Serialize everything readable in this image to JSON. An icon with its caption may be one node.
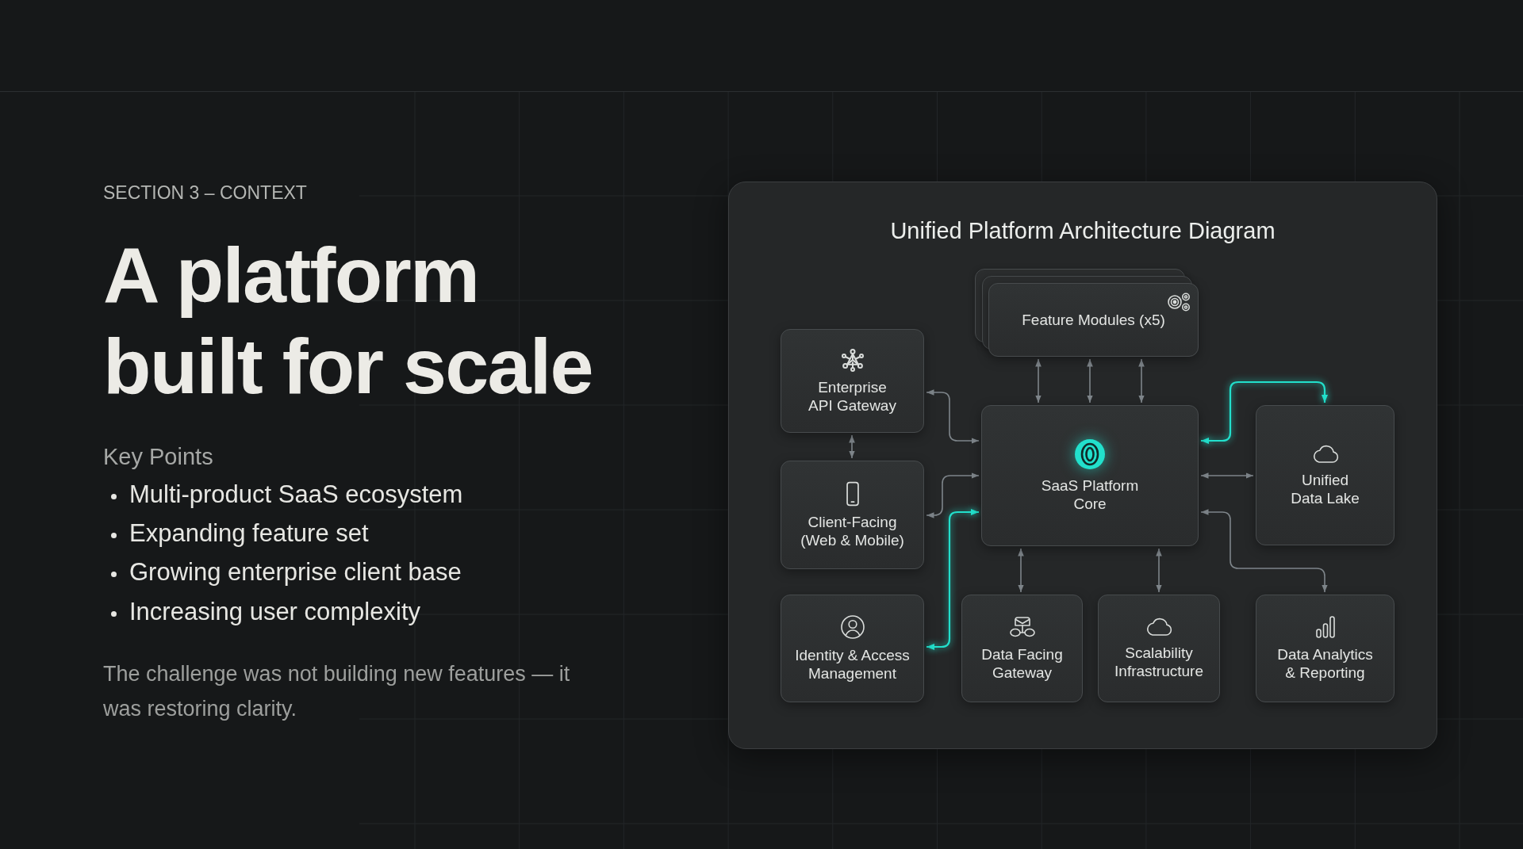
{
  "diagram": {
    "title": "A platform built for scale",
    "nodes": [
      {
        "text": [
          "Unified Platform Architecture Diagram"
        ]
      },
      {
        "text": [
          "Feature Modules (x5)"
        ],
        "in": 0
      },
      {
        "text": [
          "Enterprise API Gateway"
        ],
        "in": 0
      },
      {
        "text": [
          "SaaS Platform Core"
        ],
        "in": 0
      },
      {
        "text": [
          "Unified Data Lake"
        ],
        "in": 0
      },
      {
        "text": [
          "Client-Facing (Web & Mobile)"
        ],
        "in": 0
      },
      {
        "text": [
          "Identity & Access Management"
        ],
        "in": 0
      },
      {
        "text": [
          "Data Facing Gateway"
        ],
        "in": 0
      },
      {
        "text": [
          "Scalability Infrastructure"
        ],
        "in": 0
      },
      {
        "text": [
          "Data Analytics & Reporting"
        ],
        "in": 0
      }
    ],
    "edges": [
      {
        "from": 1,
        "to": 3,
        "arrow": "both"
      },
      {
        "from": 1,
        "to": 3,
        "arrow": "both"
      },
      {
        "from": 1,
        "to": 3,
        "arrow": "both"
      },
      {
        "from": 2,
        "to": 3,
        "arrow": "both"
      },
      {
        "from": 2,
        "to": 5,
        "arrow": "both"
      },
      {
        "from": 5,
        "to": 3,
        "arrow": "both"
      },
      {
        "from": 3,
        "to": 4,
        "arrow": "both",
        "color": "#22e0cc"
      },
      {
        "from": 3,
        "to": 4,
        "arrow": "both"
      },
      {
        "from": 3,
        "to": 9,
        "arrow": "both"
      },
      {
        "from": 6,
        "to": 3,
        "arrow": "both",
        "color": "#22e0cc"
      },
      {
        "from": 3,
        "to": 7,
        "arrow": "both"
      },
      {
        "from": 3,
        "to": 8,
        "arrow": "both"
      }
    ],
    "labels": [
      "SECTION 3 – CONTEXT",
      "Key Points",
      "Multi-product SaaS ecosystem",
      "Expanding feature set",
      "Growing enterprise client base",
      "Increasing user complexity",
      "The challenge was not building new features — it was restoring clarity."
    ]
  }
}
